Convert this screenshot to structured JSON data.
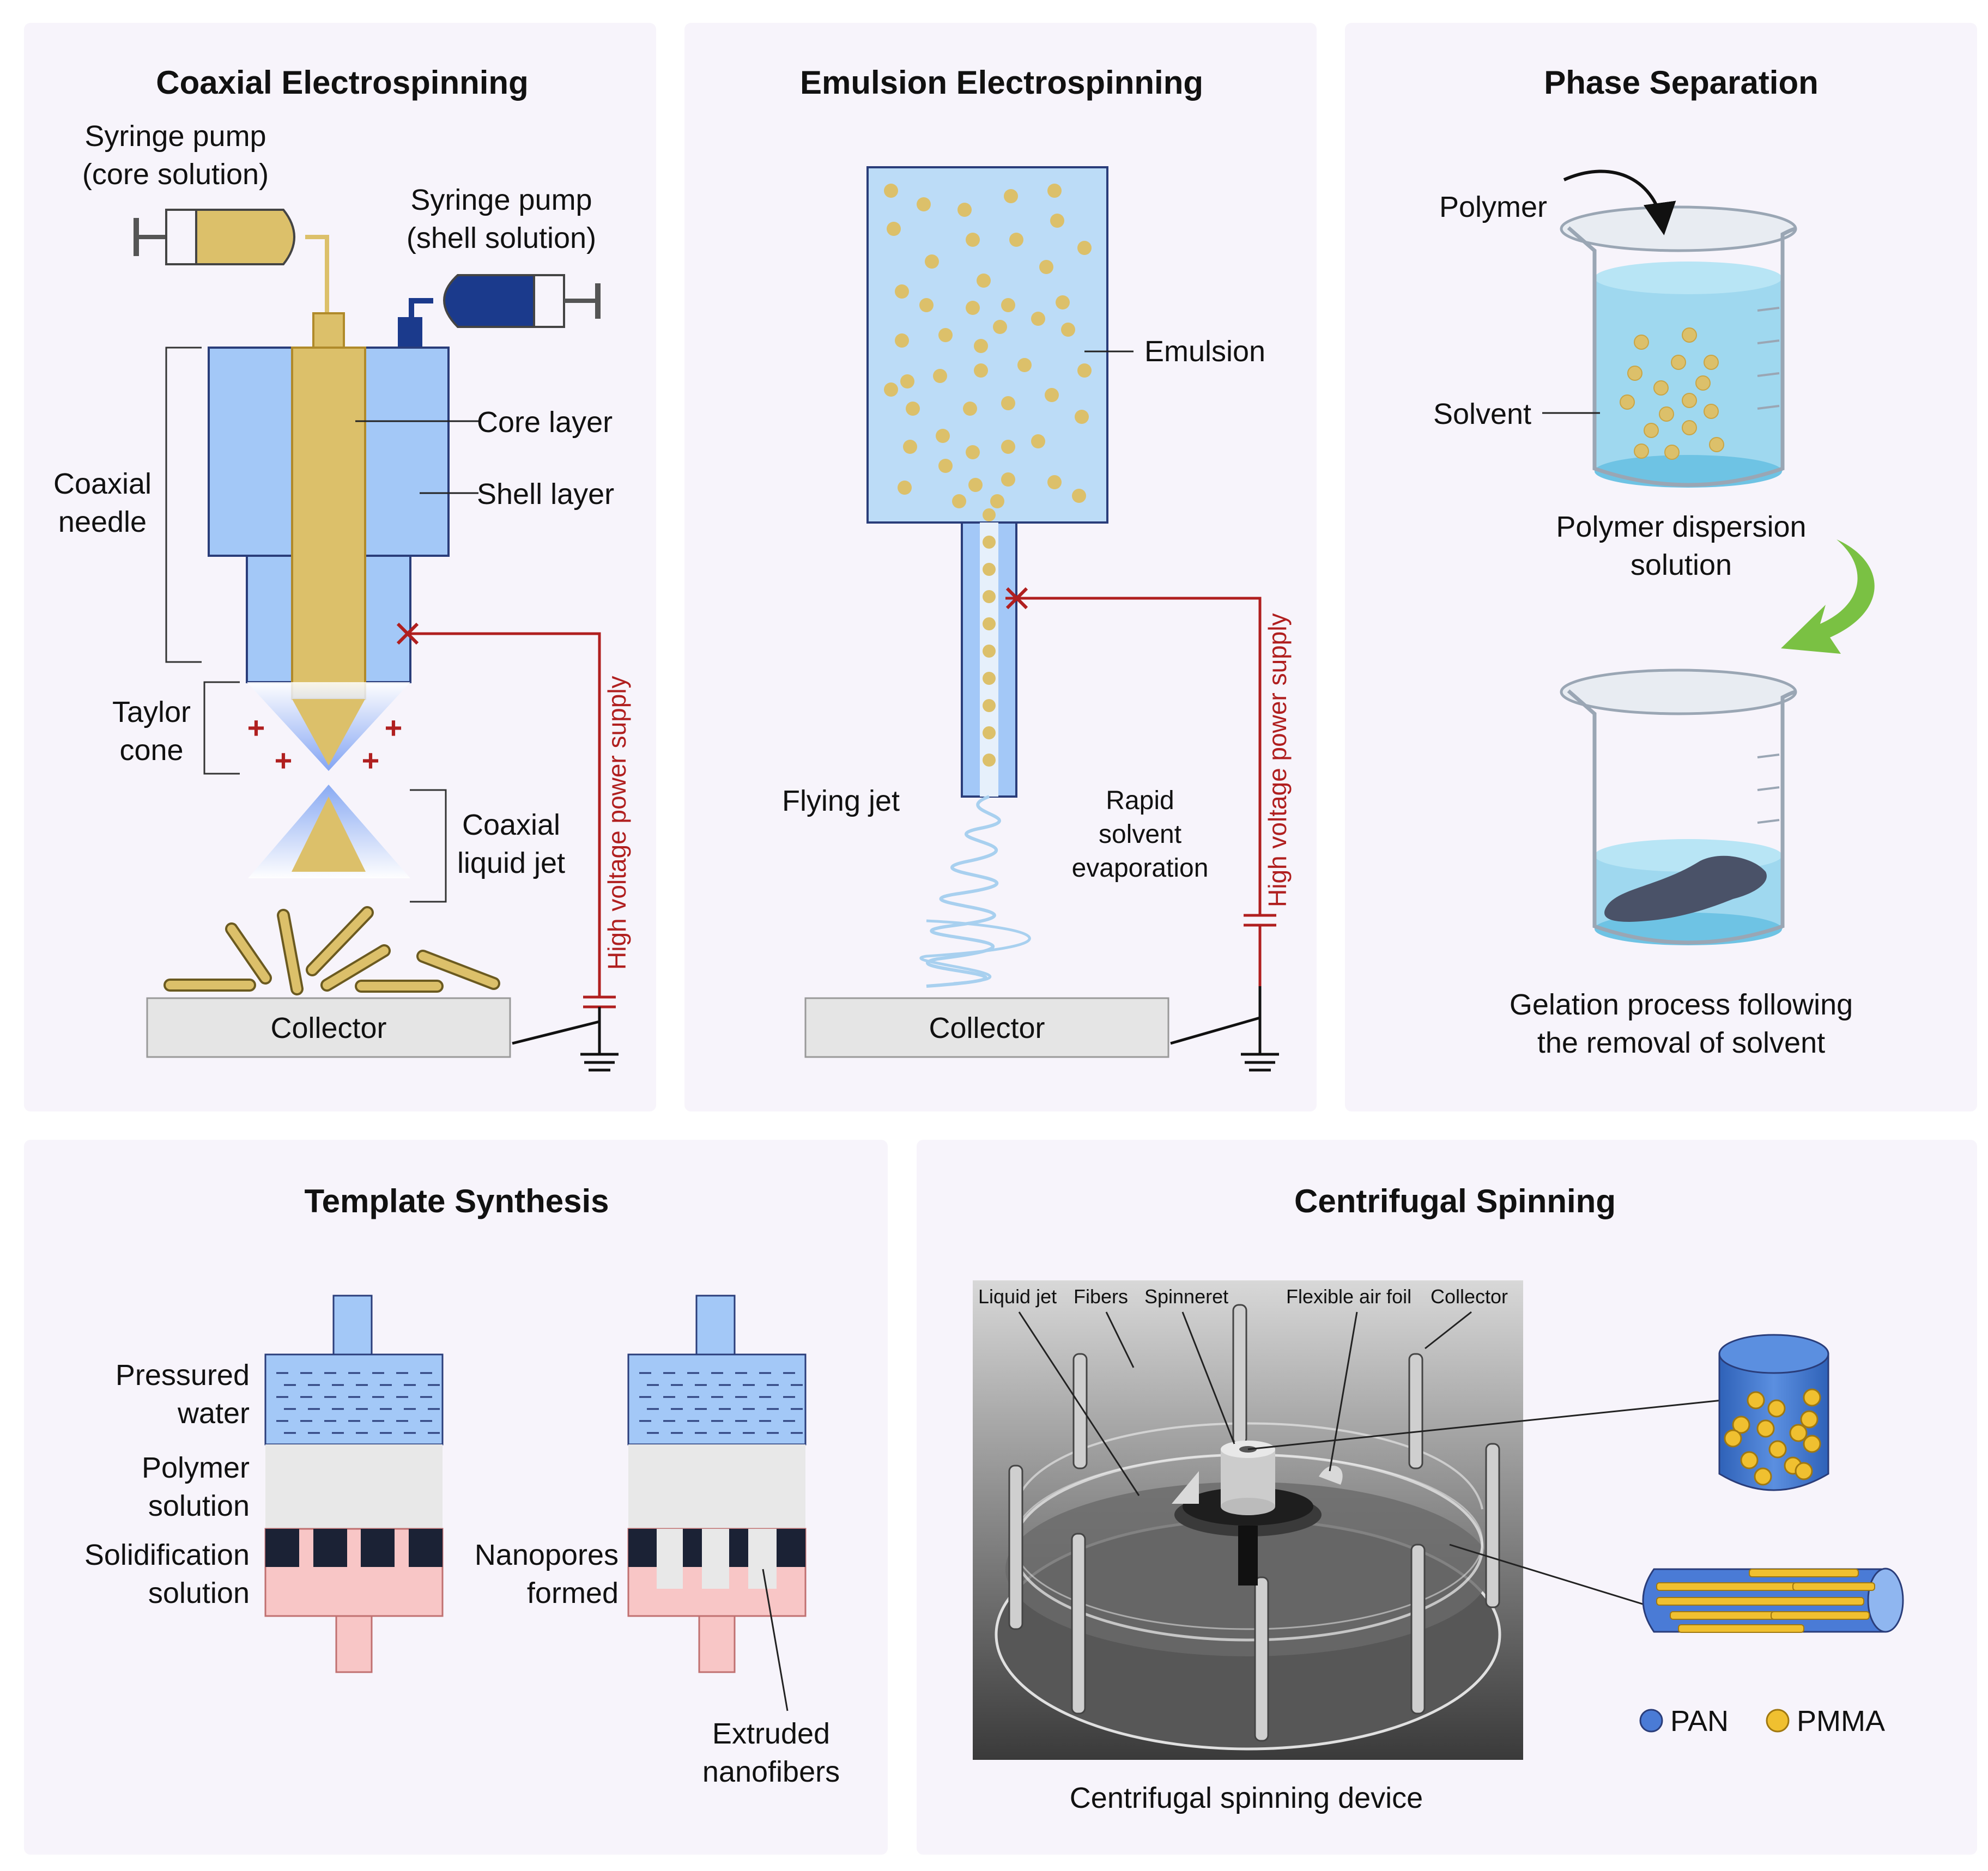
{
  "colors": {
    "panel_bg": "#f7f4fb",
    "core_gold": "#dcc06a",
    "shell_blue": "#a3c8f7",
    "dark_blue": "#1b3a8c",
    "voltage_red": "#b01f1f",
    "pan_blue": "#4a7bd6",
    "pmma_yellow": "#f0c030",
    "arrow_green": "#7ac143",
    "water_pink": "#f8c6c6"
  },
  "coaxial": {
    "title": "Coaxial Electrospinning",
    "syringe_core": [
      "Syringe pump",
      "(core solution)"
    ],
    "syringe_shell": [
      "Syringe pump",
      "(shell solution)"
    ],
    "core_layer": "Core layer",
    "shell_layer": "Shell layer",
    "needle": [
      "Coaxial",
      "needle"
    ],
    "taylor": [
      "Taylor",
      "cone"
    ],
    "jet": [
      "Coaxial",
      "liquid jet"
    ],
    "voltage": "High voltage power supply",
    "collector": "Collector",
    "plus": "+"
  },
  "emulsion": {
    "title": "Emulsion Electrospinning",
    "emulsion": "Emulsion",
    "flying_jet": "Flying jet",
    "rapid": [
      "Rapid",
      "solvent",
      "evaporation"
    ],
    "voltage": "High voltage power supply",
    "collector": "Collector"
  },
  "phase": {
    "title": "Phase Separation",
    "polymer": "Polymer",
    "solvent": "Solvent",
    "dispersion": [
      "Polymer dispersion",
      "solution"
    ],
    "gelation": [
      "Gelation process following",
      "the removal of solvent"
    ]
  },
  "template": {
    "title": "Template Synthesis",
    "pressured": [
      "Pressured",
      "water"
    ],
    "polymer": [
      "Polymer",
      "solution"
    ],
    "solidification": [
      "Solidification",
      "solution"
    ],
    "nanopores": [
      "Nanopores",
      "formed"
    ],
    "extruded": [
      "Extruded",
      "nanofibers"
    ]
  },
  "centrifugal": {
    "title": "Centrifugal Spinning",
    "device_labels": [
      "Liquid jet",
      "Fibers",
      "Spinneret",
      "Flexible air foil",
      "Collector"
    ],
    "caption": "Centrifugal spinning device",
    "legend": [
      "PAN",
      "PMMA"
    ]
  }
}
